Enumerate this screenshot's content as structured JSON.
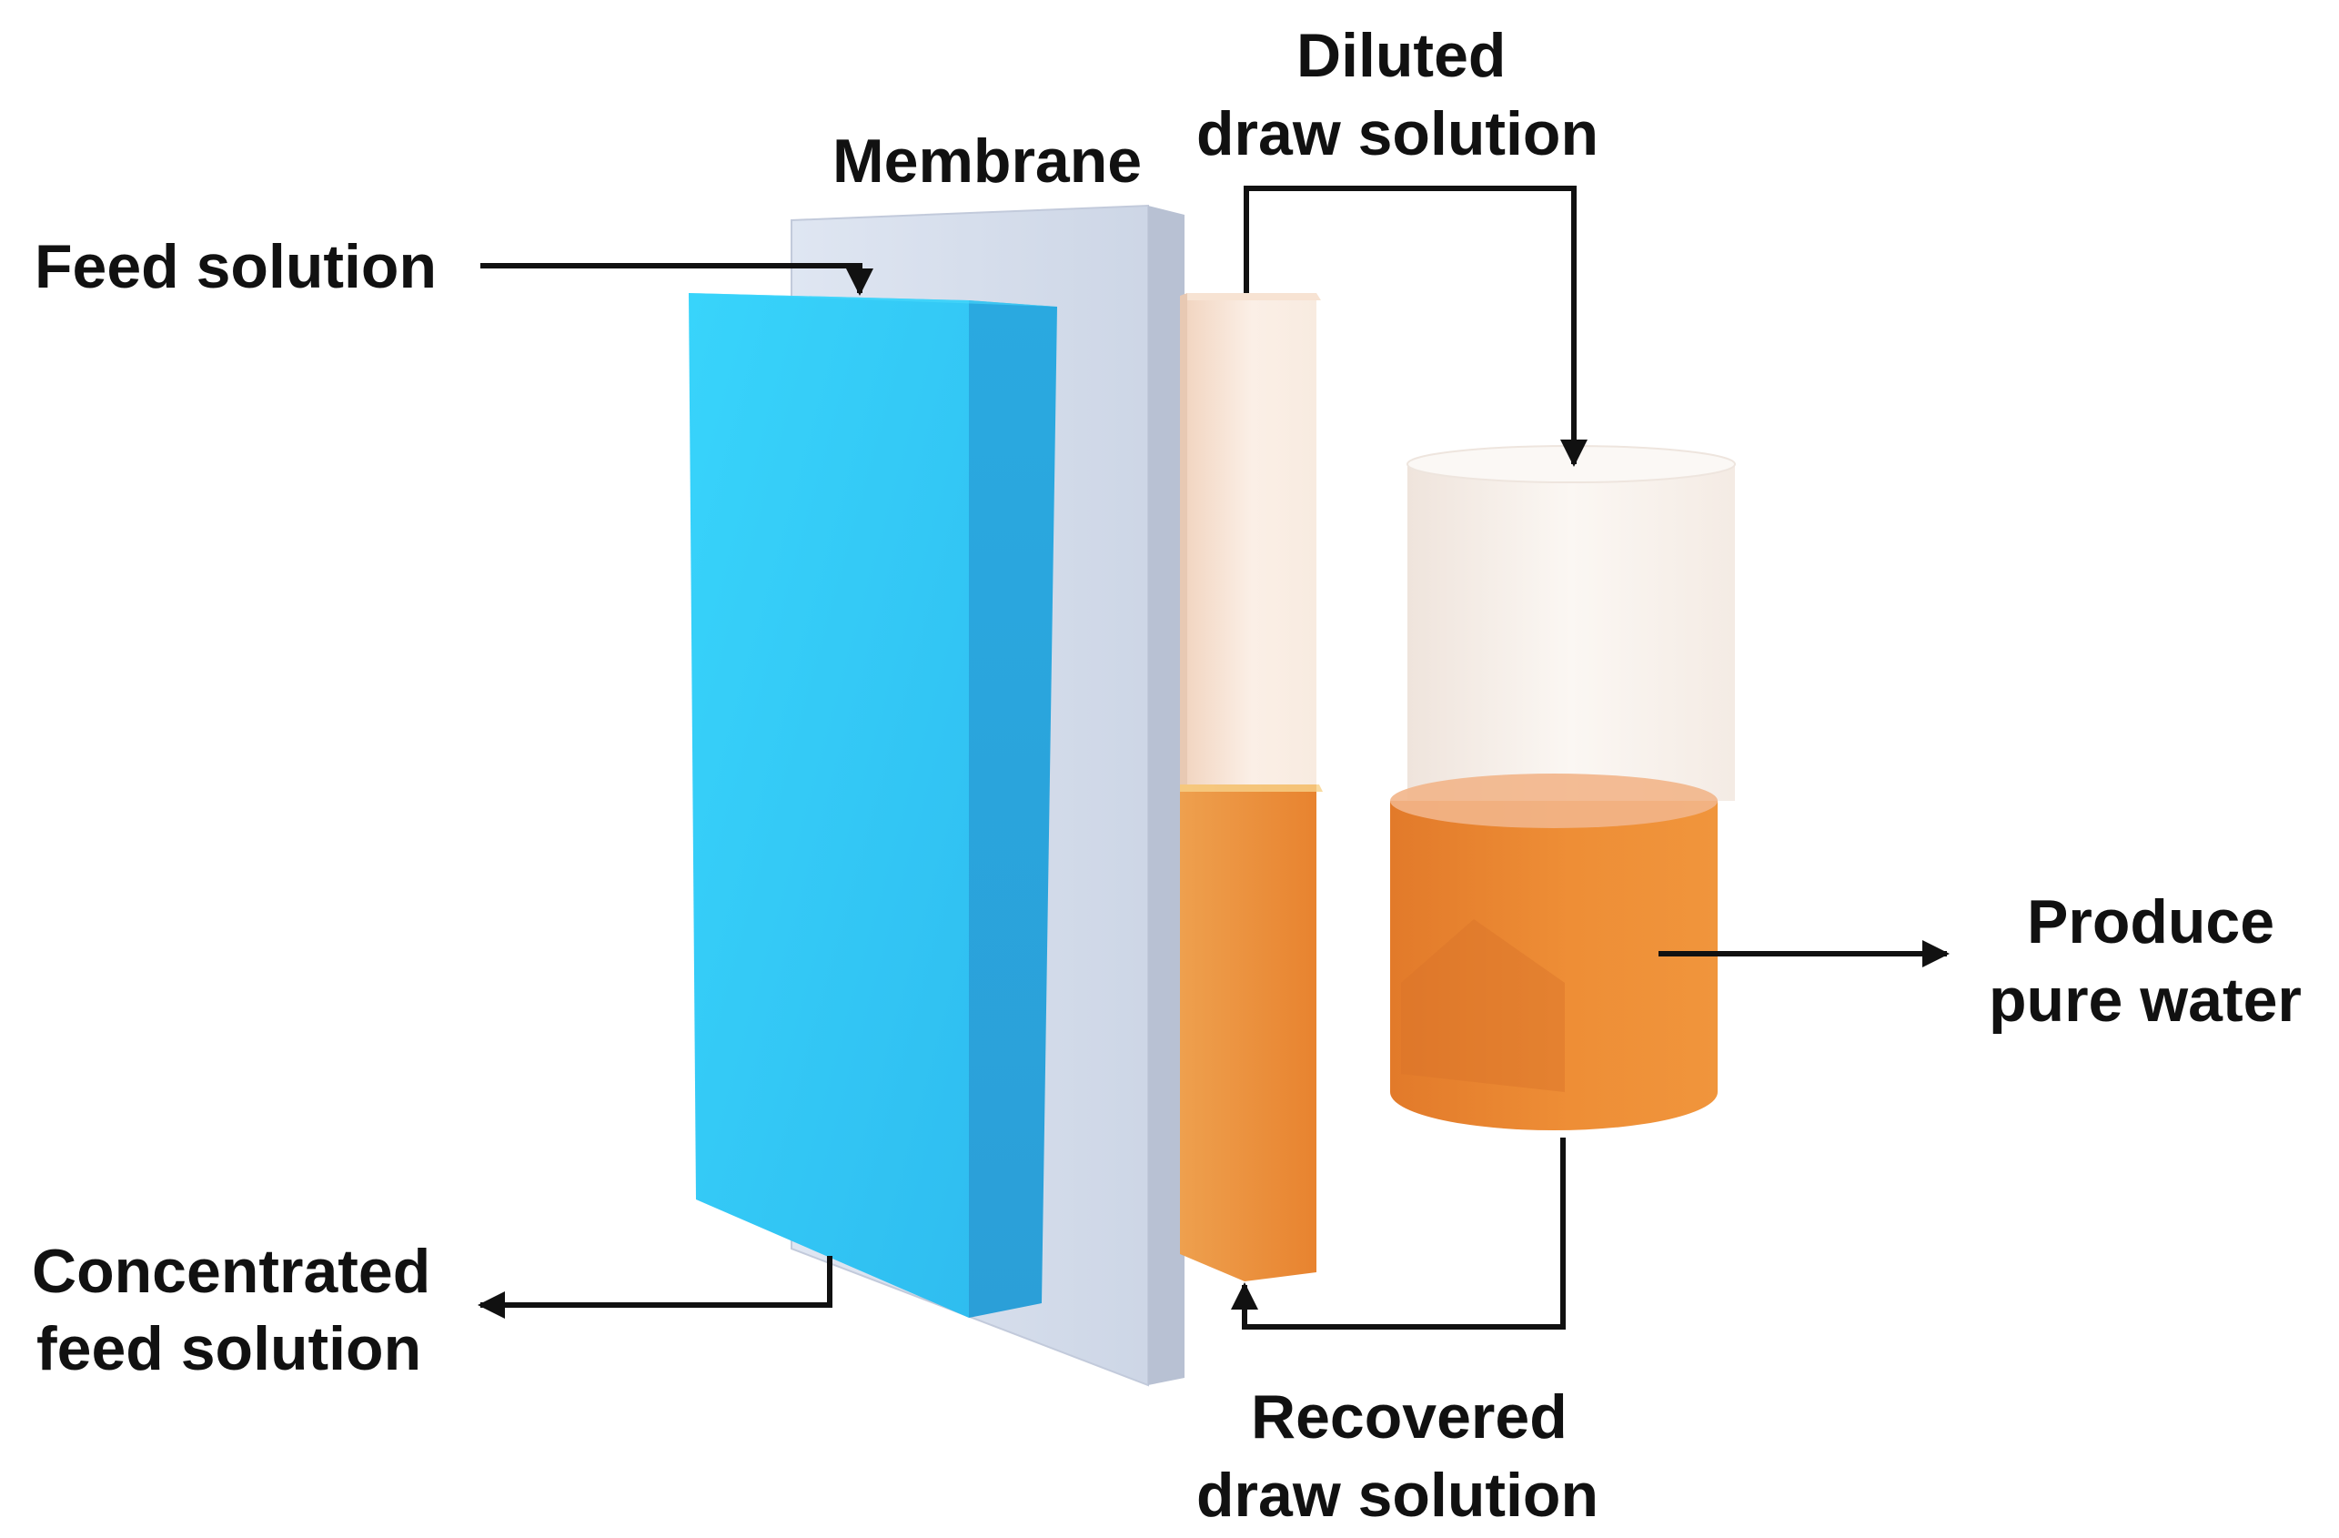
{
  "labels": {
    "membrane": "Membrane",
    "feed_solution": "Feed solution",
    "concentrated_feed": {
      "line1": "Concentrated",
      "line2": "feed solution"
    },
    "diluted_draw": {
      "line1": "Diluted",
      "line2": "draw solution"
    },
    "produce_pure_water": {
      "line1": "Produce",
      "line2": "pure water"
    },
    "recovered_draw": {
      "line1": "Recovered",
      "line2": "draw solution"
    }
  },
  "colors": {
    "feed_channel": "#33c8f5",
    "membrane": "#d4dcea",
    "draw_dilute": "#f6e8dc",
    "draw_concentrated": "#ec8a34",
    "recovery_tank_top": "#f7f1ec",
    "recovery_tank_bottom": "#ee8e38",
    "arrows": "#111111"
  }
}
